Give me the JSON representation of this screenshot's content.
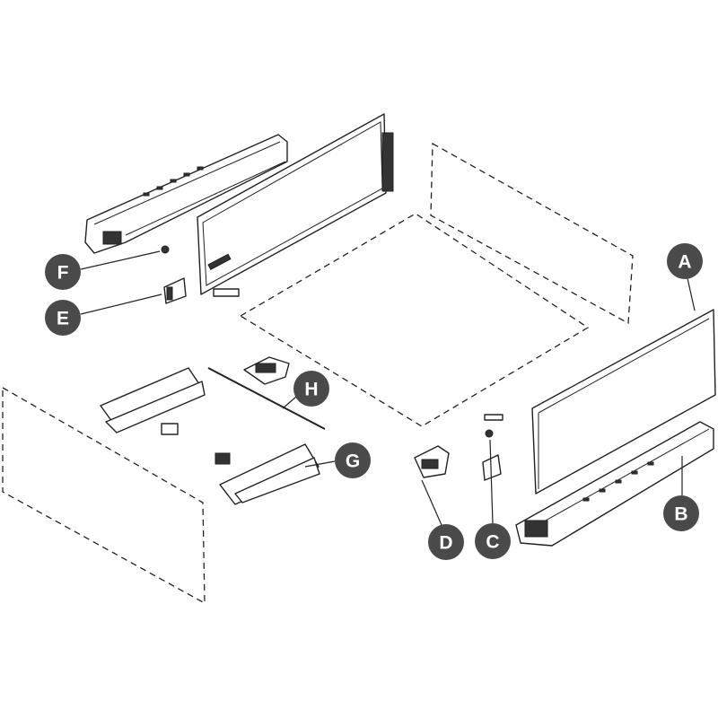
{
  "callouts": {
    "A": "A",
    "B": "B",
    "C": "C",
    "D": "D",
    "E": "E",
    "F": "F",
    "G": "G",
    "H": "H"
  },
  "colors": {
    "callout_fill": "#4a4a4a",
    "callout_text": "#ffffff",
    "line": "#222222"
  }
}
